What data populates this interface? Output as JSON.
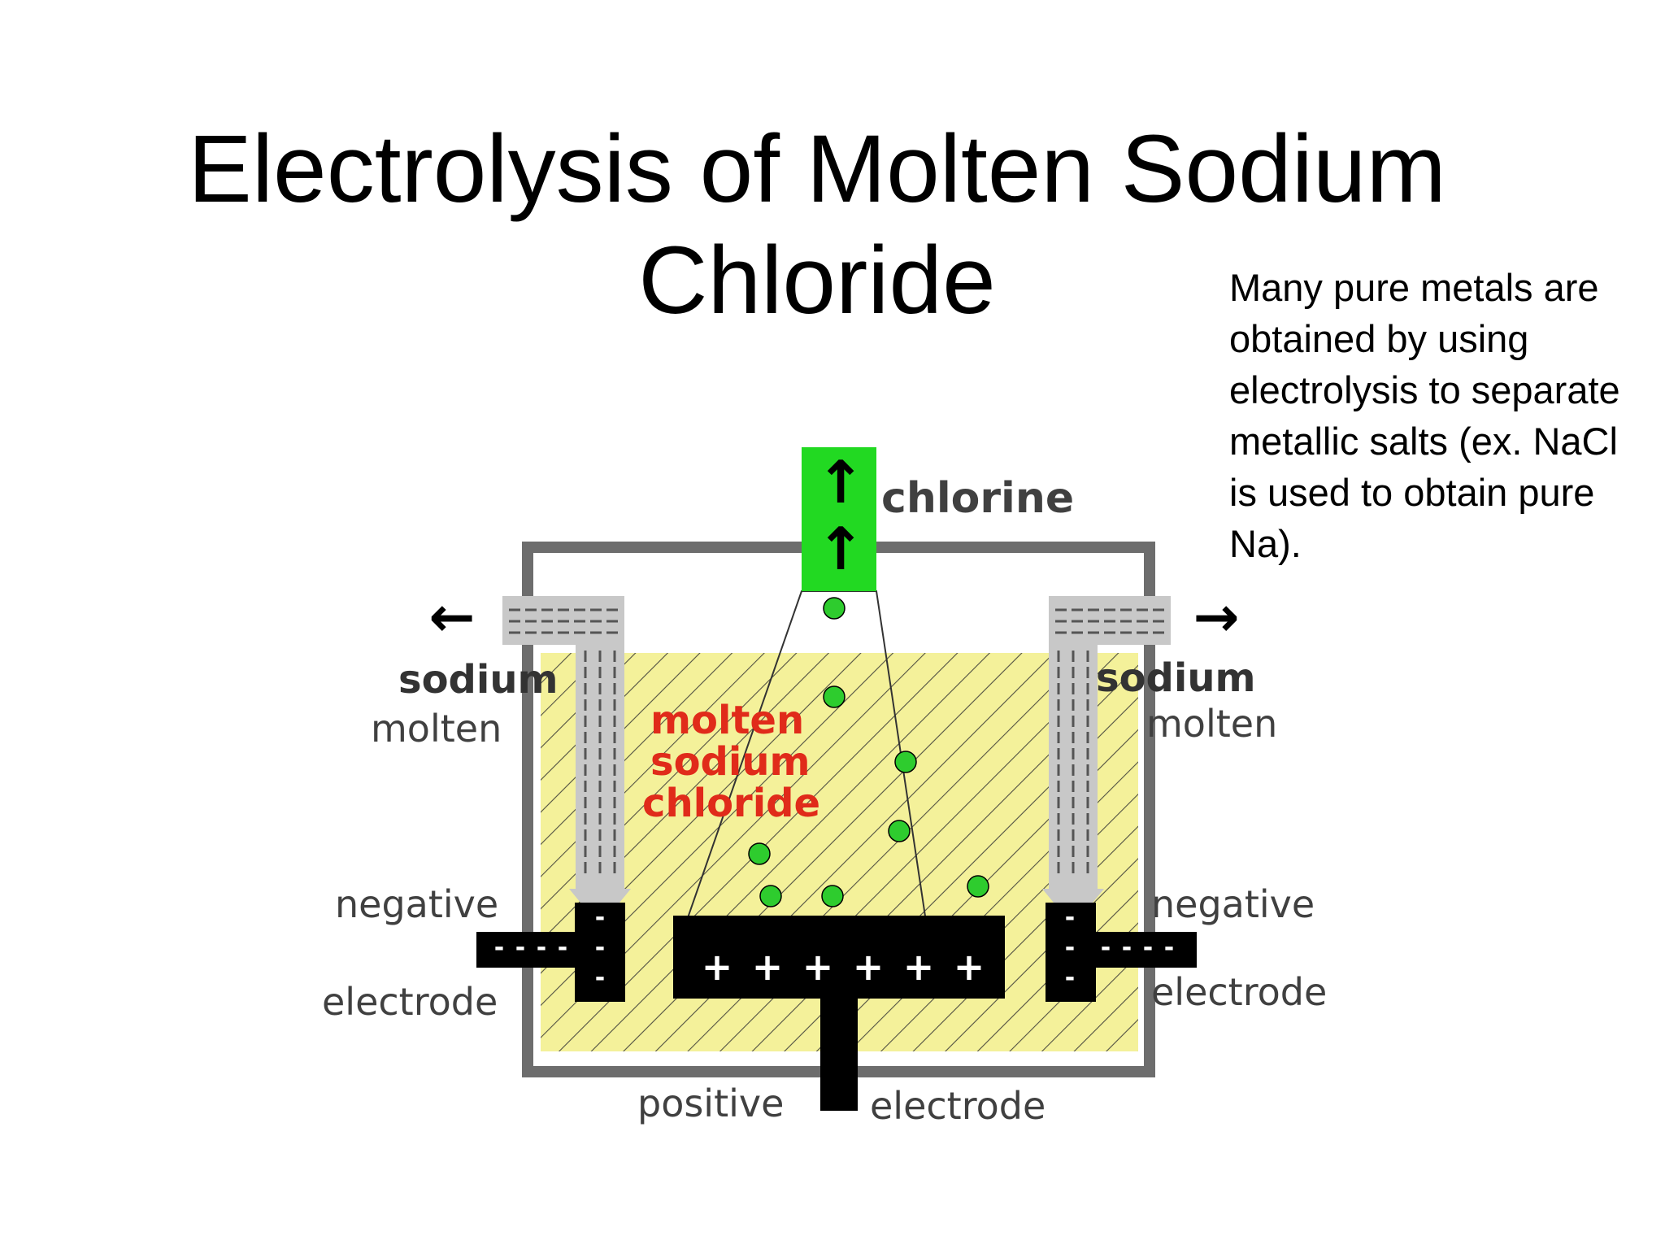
{
  "slide": {
    "title_line1": "Electrolysis of Molten Sodium",
    "title_line2": "Chloride",
    "body_lines": [
      "Many pure metals are",
      "obtained by using",
      "electrolysis to separate",
      "metallic salts (ex. NaCl",
      "is used to obtain pure",
      "Na)."
    ]
  },
  "diagram": {
    "labels": {
      "chlorine": "chlorine",
      "sodium": "sodium",
      "molten": "molten",
      "negative": "negative",
      "electrode": "electrode",
      "positive": "positive",
      "molten_nacl_line1": "molten",
      "molten_nacl_line2": "sodium",
      "molten_nacl_line3": "chloride"
    },
    "symbols": {
      "arrow_up": "↑",
      "arrow_left": "←",
      "arrow_right": "→",
      "plus": "+",
      "minus": "-"
    },
    "colors": {
      "electrolyte": "#f4f19a",
      "container": "#6d6d6d",
      "chlorine_gas": "#22d922",
      "bubble": "#2ecc2e",
      "sodium_collector": "#c8c8c8",
      "electrode": "#000000",
      "molten_nacl_label": "#e02b1a",
      "label_text": "#404040"
    }
  }
}
